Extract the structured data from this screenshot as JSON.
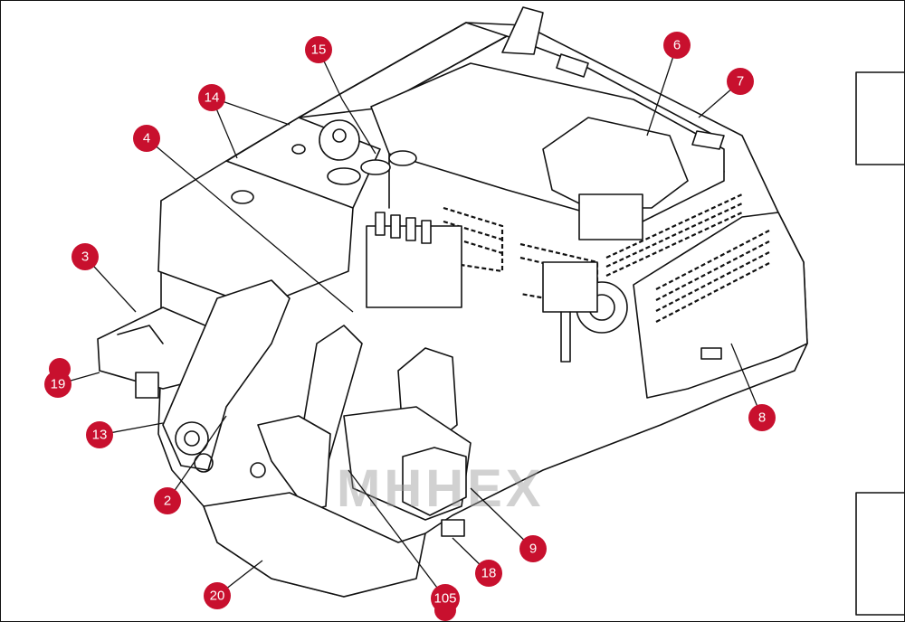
{
  "watermark": "MHHEX",
  "callouts": [
    {
      "id": "15",
      "label": "15"
    },
    {
      "id": "14",
      "label": "14"
    },
    {
      "id": "4",
      "label": "4"
    },
    {
      "id": "6",
      "label": "6"
    },
    {
      "id": "7",
      "label": "7"
    },
    {
      "id": "3",
      "label": "3"
    },
    {
      "id": "19",
      "label": "19"
    },
    {
      "id": "8",
      "label": "8"
    },
    {
      "id": "13",
      "label": "13"
    },
    {
      "id": "2",
      "label": "2"
    },
    {
      "id": "9",
      "label": "9"
    },
    {
      "id": "18",
      "label": "18"
    },
    {
      "id": "20",
      "label": "20"
    },
    {
      "id": "105",
      "label": "105"
    }
  ],
  "colors": {
    "badge": "#c8102e",
    "line": "#111111",
    "watermark": "#e8a3a8"
  }
}
